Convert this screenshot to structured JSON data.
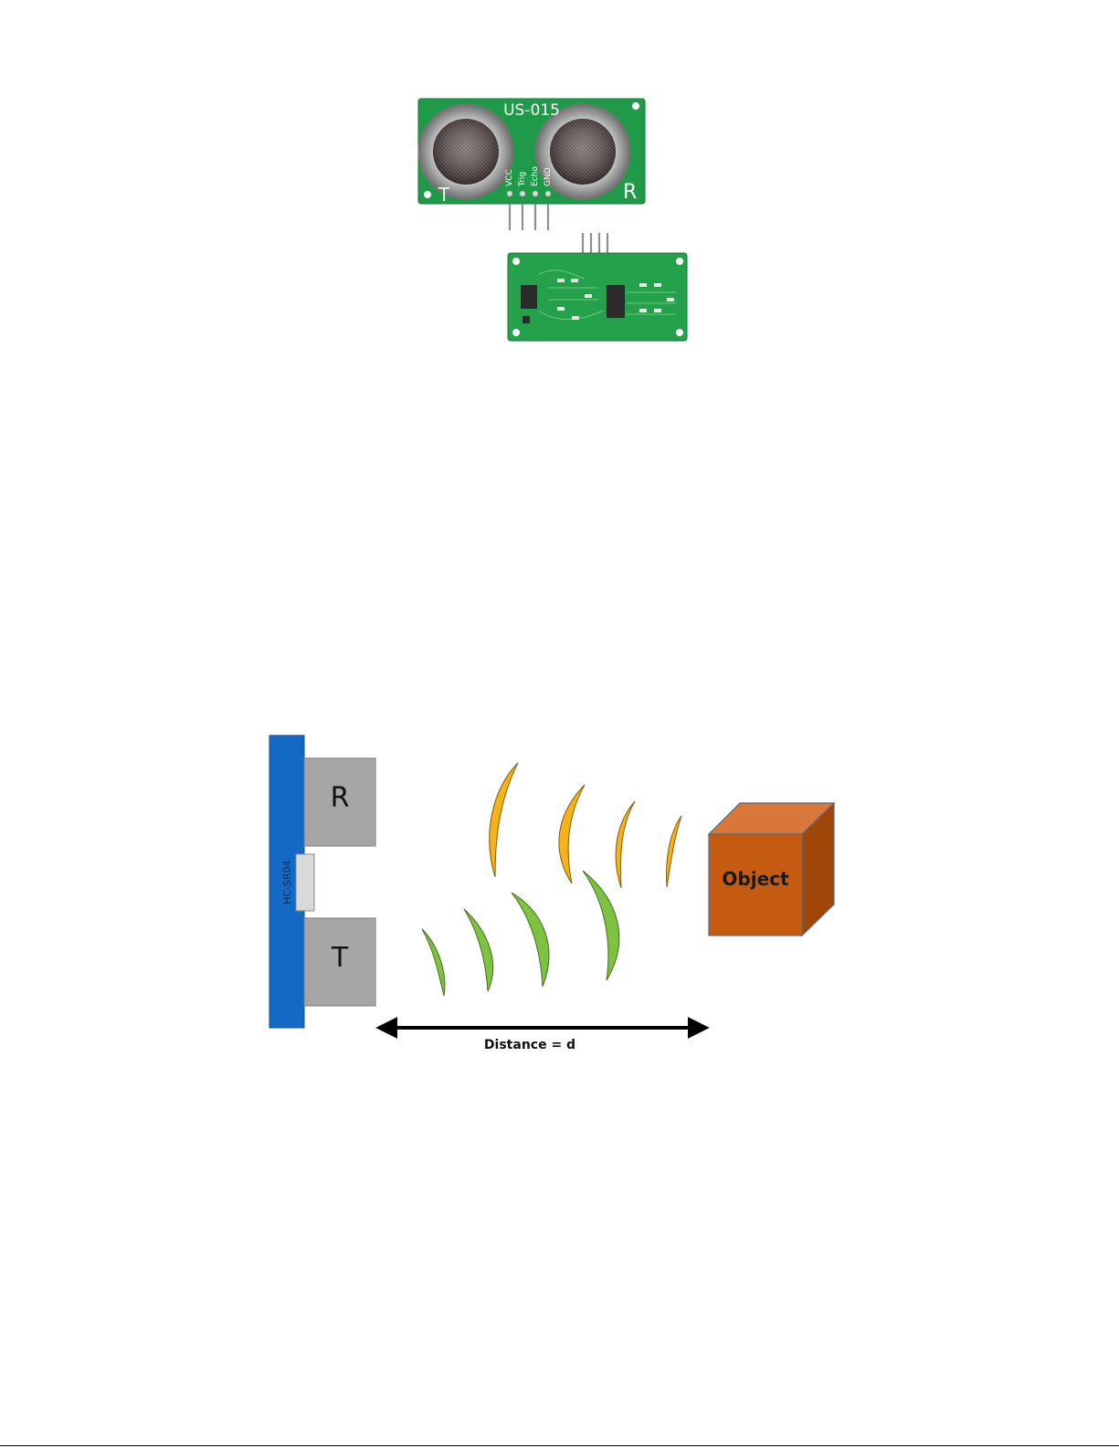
{
  "photo": {
    "board_label": "US-015",
    "pin_labels": [
      "VCC",
      "Trig",
      "Echo",
      "GND"
    ],
    "transducer_left_label": "T",
    "transducer_right_label": "R"
  },
  "diagram": {
    "module_label": "HC-SR04",
    "receiver_label": "R",
    "transmitter_label": "T",
    "object_label": "Object",
    "distance_label": "Distance = d",
    "colors": {
      "board": "#1469c4",
      "transducer": "#a6a6a6",
      "echo_wave": "#f4b31c",
      "emitted_wave": "#7fc241",
      "object_front": "#c55a11",
      "object_top": "#d9773b",
      "object_side": "#9e4708"
    }
  }
}
